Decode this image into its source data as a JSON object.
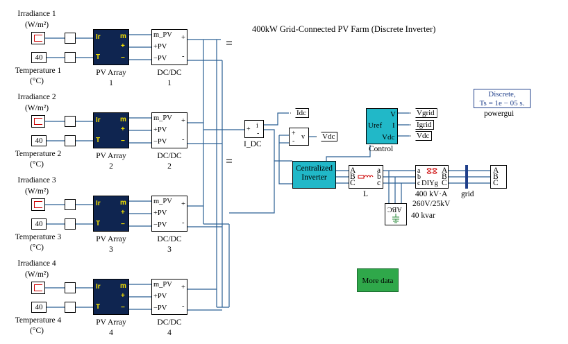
{
  "title": "400kW Grid-Connected PV Farm (Discrete Inverter)",
  "arrays": [
    {
      "irr_label": "Irradiance 1",
      "irr_unit": "(W/m²)",
      "temp_value": "40",
      "temp_label": "Temperature 1",
      "temp_unit": "(°C)",
      "pv_label": "PV Array",
      "pv_num": "1",
      "dc_label": "DC/DC",
      "dc_num": "1"
    },
    {
      "irr_label": "Irradiance 2",
      "irr_unit": "(W/m²)",
      "temp_value": "40",
      "temp_label": "Temperature 2",
      "temp_unit": "(°C)",
      "pv_label": "PV Array",
      "pv_num": "2",
      "dc_label": "DC/DC",
      "dc_num": "2"
    },
    {
      "irr_label": "Irradiance 3",
      "irr_unit": "(W/m²)",
      "temp_value": "40",
      "temp_label": "Temperature 3",
      "temp_unit": "(°C)",
      "pv_label": "PV Array",
      "pv_num": "3",
      "dc_label": "DC/DC",
      "dc_num": "3"
    },
    {
      "irr_label": "Irradiance 4",
      "irr_unit": "(W/m²)",
      "temp_value": "40",
      "temp_label": "Temperature 4",
      "temp_unit": "(°C)",
      "pv_label": "PV Array",
      "pv_num": "4",
      "dc_label": "DC/DC",
      "dc_num": "4"
    }
  ],
  "pv_ports": {
    "ir": "Ir",
    "t": "T",
    "m": "m",
    "plus": "+",
    "minus": "−"
  },
  "dc_ports": {
    "mpv": "m_PV",
    "ppv": "+PV",
    "npv": "−PV",
    "plus": "+",
    "minus": "-"
  },
  "idc_meter": {
    "label": "I_DC",
    "i": "i",
    "plus": "+",
    "minus": "-"
  },
  "v_meter": {
    "v": "v",
    "plus": "+",
    "minus": "-"
  },
  "tags": {
    "idc": "Idc",
    "vdc": "Vdc",
    "vgrid": "Vgrid",
    "igrid": "Igrid",
    "vdc2": "Vdc"
  },
  "control": {
    "label": "Control",
    "uref": "Uref",
    "v": "V",
    "i": "I",
    "vdc": "Vdc"
  },
  "inverter": {
    "line1": "Centralized",
    "line2": "Inverter"
  },
  "inductor": {
    "label": "L",
    "a": "A",
    "b": "B",
    "c": "C",
    "a2": "a",
    "b2": "b",
    "c2": "c"
  },
  "capacitor": {
    "label": "40 kvar",
    "abc": "ABC"
  },
  "transformer": {
    "line1": "400 kV·A",
    "line2": "260V/25kV",
    "a": "a",
    "b": "b",
    "c": "c",
    "A": "A",
    "B": "B",
    "C": "C",
    "dyg": "DIYg"
  },
  "grid": {
    "label": "grid",
    "A": "A",
    "B": "B",
    "C": "C"
  },
  "powergui": {
    "line1": "Discrete,",
    "line2": "Ts = 1e − 05 s.",
    "label": "powergui"
  },
  "more_data": "More data",
  "colors": {
    "pv_block": "#0f2550",
    "pv_port_text": "#f5e200",
    "wire": "#2a5f93",
    "cyan_block": "#21b8c8",
    "more_data": "#2fa84a",
    "powergui": "#1f3f8a"
  }
}
